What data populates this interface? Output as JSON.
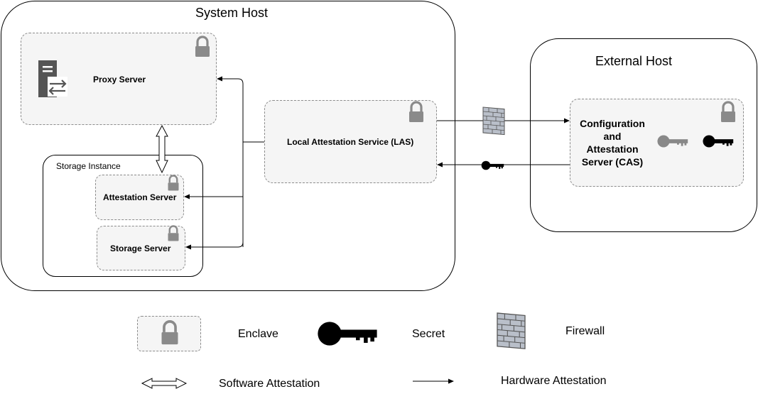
{
  "system_host": {
    "title": "System Host"
  },
  "external_host": {
    "title": "External Host"
  },
  "proxy_server": {
    "label": "Proxy Server"
  },
  "storage_instance": {
    "label": "Storage Instance"
  },
  "attestation_server": {
    "label": "Attestation Server"
  },
  "storage_server": {
    "label": "Storage Server"
  },
  "las": {
    "label": "Local Attestation Service (LAS)"
  },
  "cas": {
    "lines": [
      "Configuration",
      "and",
      "Attestation",
      "Server (CAS)"
    ]
  },
  "legend": {
    "enclave": "Enclave",
    "secret": "Secret",
    "firewall": "Firewall",
    "software_attestation": "Software Attestation",
    "hardware_attestation": "Hardware Attestation"
  }
}
